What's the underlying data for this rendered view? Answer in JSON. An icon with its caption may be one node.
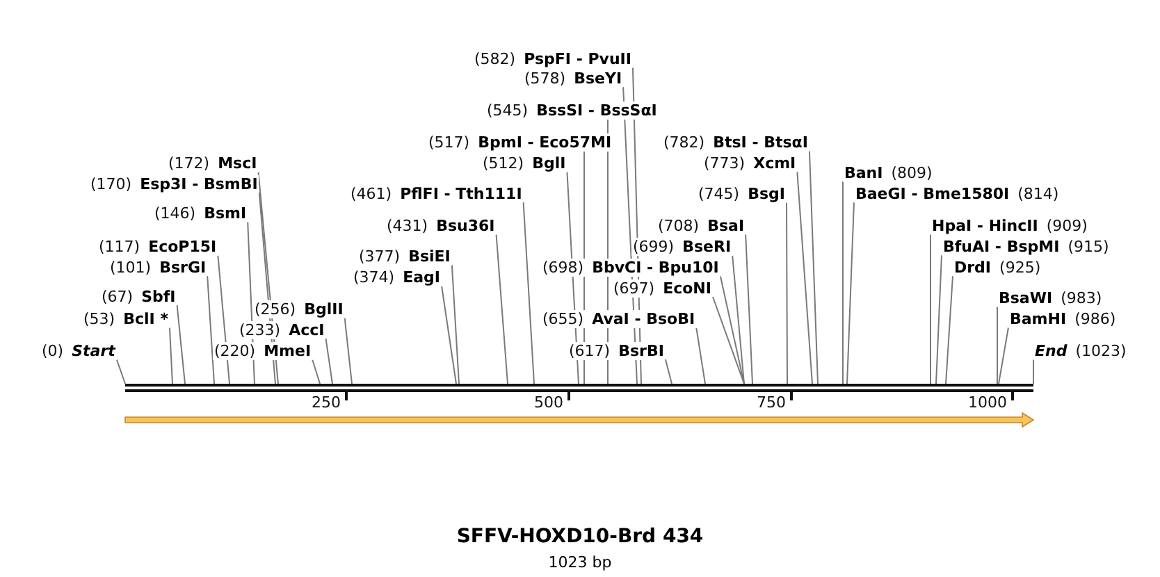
{
  "diagram": {
    "title": "SFFV-HOXD10-Brd 434",
    "nodes": [
      {
        "text": [
          "(582)",
          "PspFI - PvuII"
        ]
      },
      {
        "text": [
          "(578)",
          "BseYI"
        ]
      },
      {
        "text": [
          "(545)",
          "BssSI - BssSαI"
        ]
      },
      {
        "text": [
          "(517)",
          "BpmI - Eco57MI"
        ]
      },
      {
        "text": [
          "(782)",
          "BtsI - BtsαI"
        ]
      },
      {
        "text": [
          "(172)",
          "MscI"
        ]
      },
      {
        "text": [
          "(512)",
          "BglI"
        ]
      },
      {
        "text": [
          "(773)",
          "XcmI"
        ]
      },
      {
        "text": [
          "BanI",
          "(809)"
        ]
      },
      {
        "text": [
          "(170)",
          "Esp3I - BsmBI"
        ]
      },
      {
        "text": [
          "(461)",
          "PflFI - Tth111I"
        ]
      },
      {
        "text": [
          "(745)",
          "BsgI"
        ]
      },
      {
        "text": [
          "BaeGI - Bme1580I",
          "(814)"
        ]
      },
      {
        "text": [
          "(146)",
          "BsmI"
        ]
      },
      {
        "text": [
          "(431)",
          "Bsu36I"
        ]
      },
      {
        "text": [
          "(708)",
          "BsaI"
        ]
      },
      {
        "text": [
          "HpaI - HincII",
          "(909)"
        ]
      },
      {
        "text": [
          "(117)",
          "EcoP15I"
        ]
      },
      {
        "text": [
          "(699)",
          "BseRI"
        ]
      },
      {
        "text": [
          "BfuAI - BspMI",
          "(915)"
        ]
      },
      {
        "text": [
          "(377)",
          "BsiEI"
        ]
      },
      {
        "text": [
          "(101)",
          "BsrGI"
        ]
      },
      {
        "text": [
          "(698)",
          "BbvCI - Bpu10I"
        ]
      },
      {
        "text": [
          "DrdI",
          "(925)"
        ]
      },
      {
        "text": [
          "(374)",
          "EagI"
        ]
      },
      {
        "text": [
          "(697)",
          "EcoNI"
        ]
      },
      {
        "text": [
          "(67)",
          "SbfI"
        ]
      },
      {
        "text": [
          "BsaWI",
          "(983)"
        ]
      },
      {
        "text": [
          "(256)",
          "BglII"
        ]
      },
      {
        "text": [
          "(53)",
          "BclI *"
        ]
      },
      {
        "text": [
          "(655)",
          "AvaI - BsoBI"
        ]
      },
      {
        "text": [
          "BamHI",
          "(986)"
        ]
      },
      {
        "text": [
          "(233)",
          "AccI"
        ]
      },
      {
        "text": [
          "(0)",
          "Start"
        ]
      },
      {
        "text": [
          "(220)",
          "MmeI"
        ]
      },
      {
        "text": [
          "(617)",
          "BsrBI"
        ]
      },
      {
        "text": [
          "End",
          "(1023)"
        ]
      }
    ],
    "edges": [
      {
        "from": 0,
        "to": null,
        "arrow": "none"
      },
      {
        "from": 1,
        "to": null,
        "arrow": "none"
      },
      {
        "from": 2,
        "to": null,
        "arrow": "none"
      },
      {
        "from": 3,
        "to": null,
        "arrow": "none"
      },
      {
        "from": 4,
        "to": null,
        "arrow": "none"
      },
      {
        "from": 5,
        "to": null,
        "arrow": "none"
      },
      {
        "from": 6,
        "to": null,
        "arrow": "none"
      },
      {
        "from": 7,
        "to": null,
        "arrow": "none"
      },
      {
        "from": 8,
        "to": null,
        "arrow": "none"
      },
      {
        "from": 9,
        "to": null,
        "arrow": "none"
      },
      {
        "from": 10,
        "to": null,
        "arrow": "none"
      },
      {
        "from": 11,
        "to": null,
        "arrow": "none"
      },
      {
        "from": 12,
        "to": null,
        "arrow": "none"
      },
      {
        "from": 13,
        "to": null,
        "arrow": "none"
      },
      {
        "from": 14,
        "to": null,
        "arrow": "none"
      },
      {
        "from": 15,
        "to": null,
        "arrow": "none"
      },
      {
        "from": 16,
        "to": null,
        "arrow": "none"
      },
      {
        "from": 17,
        "to": null,
        "arrow": "none"
      },
      {
        "from": 18,
        "to": null,
        "arrow": "none"
      },
      {
        "from": 19,
        "to": null,
        "arrow": "none"
      },
      {
        "from": 20,
        "to": null,
        "arrow": "none"
      },
      {
        "from": 21,
        "to": null,
        "arrow": "none"
      },
      {
        "from": 22,
        "to": null,
        "arrow": "none"
      },
      {
        "from": 23,
        "to": null,
        "arrow": "none"
      },
      {
        "from": 24,
        "to": null,
        "arrow": "none"
      },
      {
        "from": 25,
        "to": null,
        "arrow": "none"
      },
      {
        "from": 26,
        "to": null,
        "arrow": "none"
      },
      {
        "from": 27,
        "to": null,
        "arrow": "none"
      },
      {
        "from": 28,
        "to": null,
        "arrow": "none"
      },
      {
        "from": 29,
        "to": null,
        "arrow": "none"
      },
      {
        "from": 30,
        "to": null,
        "arrow": "none"
      },
      {
        "from": 31,
        "to": null,
        "arrow": "none"
      },
      {
        "from": 32,
        "to": null,
        "arrow": "none"
      },
      {
        "from": 33,
        "to": null,
        "arrow": "none"
      },
      {
        "from": 34,
        "to": null,
        "arrow": "none"
      },
      {
        "from": 35,
        "to": null,
        "arrow": "none"
      },
      {
        "from": 36,
        "to": null,
        "arrow": "none"
      }
    ],
    "labels": [
      "250",
      "500",
      "750",
      "1000",
      "1023 bp"
    ]
  }
}
